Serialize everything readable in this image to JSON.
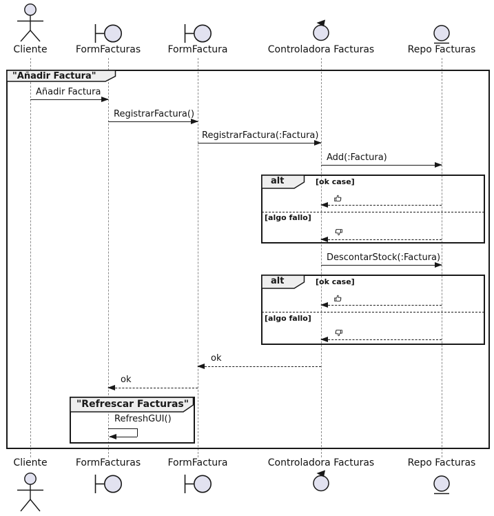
{
  "participants": [
    {
      "name": "Cliente",
      "icon": "actor-icon"
    },
    {
      "name": "FormFacturas",
      "icon": "boundary-icon"
    },
    {
      "name": "FormFactura",
      "icon": "boundary-icon"
    },
    {
      "name": "Controladora Facturas",
      "icon": "control-icon"
    },
    {
      "name": "Repo Facturas",
      "icon": "entity-icon"
    }
  ],
  "frames": {
    "main": {
      "title": "\"Añadir Factura\""
    },
    "inner": {
      "title": "\"Refrescar Facturas\""
    }
  },
  "alt": {
    "operator": "alt",
    "ok_guard": "[ok case]",
    "fail_guard": "[algo fallo]",
    "ok_icon": "thumbs-up-icon",
    "fail_icon": "thumbs-down-icon"
  },
  "messages": {
    "m1": "Añadir Factura",
    "m2": "RegistrarFactura()",
    "m3": "RegistrarFactura(:Factura)",
    "m4": "Add(:Factura)",
    "m5": "DescontarStock(:Factura)",
    "ok": "ok",
    "refresh": "RefreshGUI()"
  },
  "colors": {
    "participant_fill": "#E2E2F0",
    "frame_label_fill": "#EEEEEE",
    "line": "#181818",
    "lifeline": "#8A8A8A",
    "background": "#FFFFFF"
  }
}
